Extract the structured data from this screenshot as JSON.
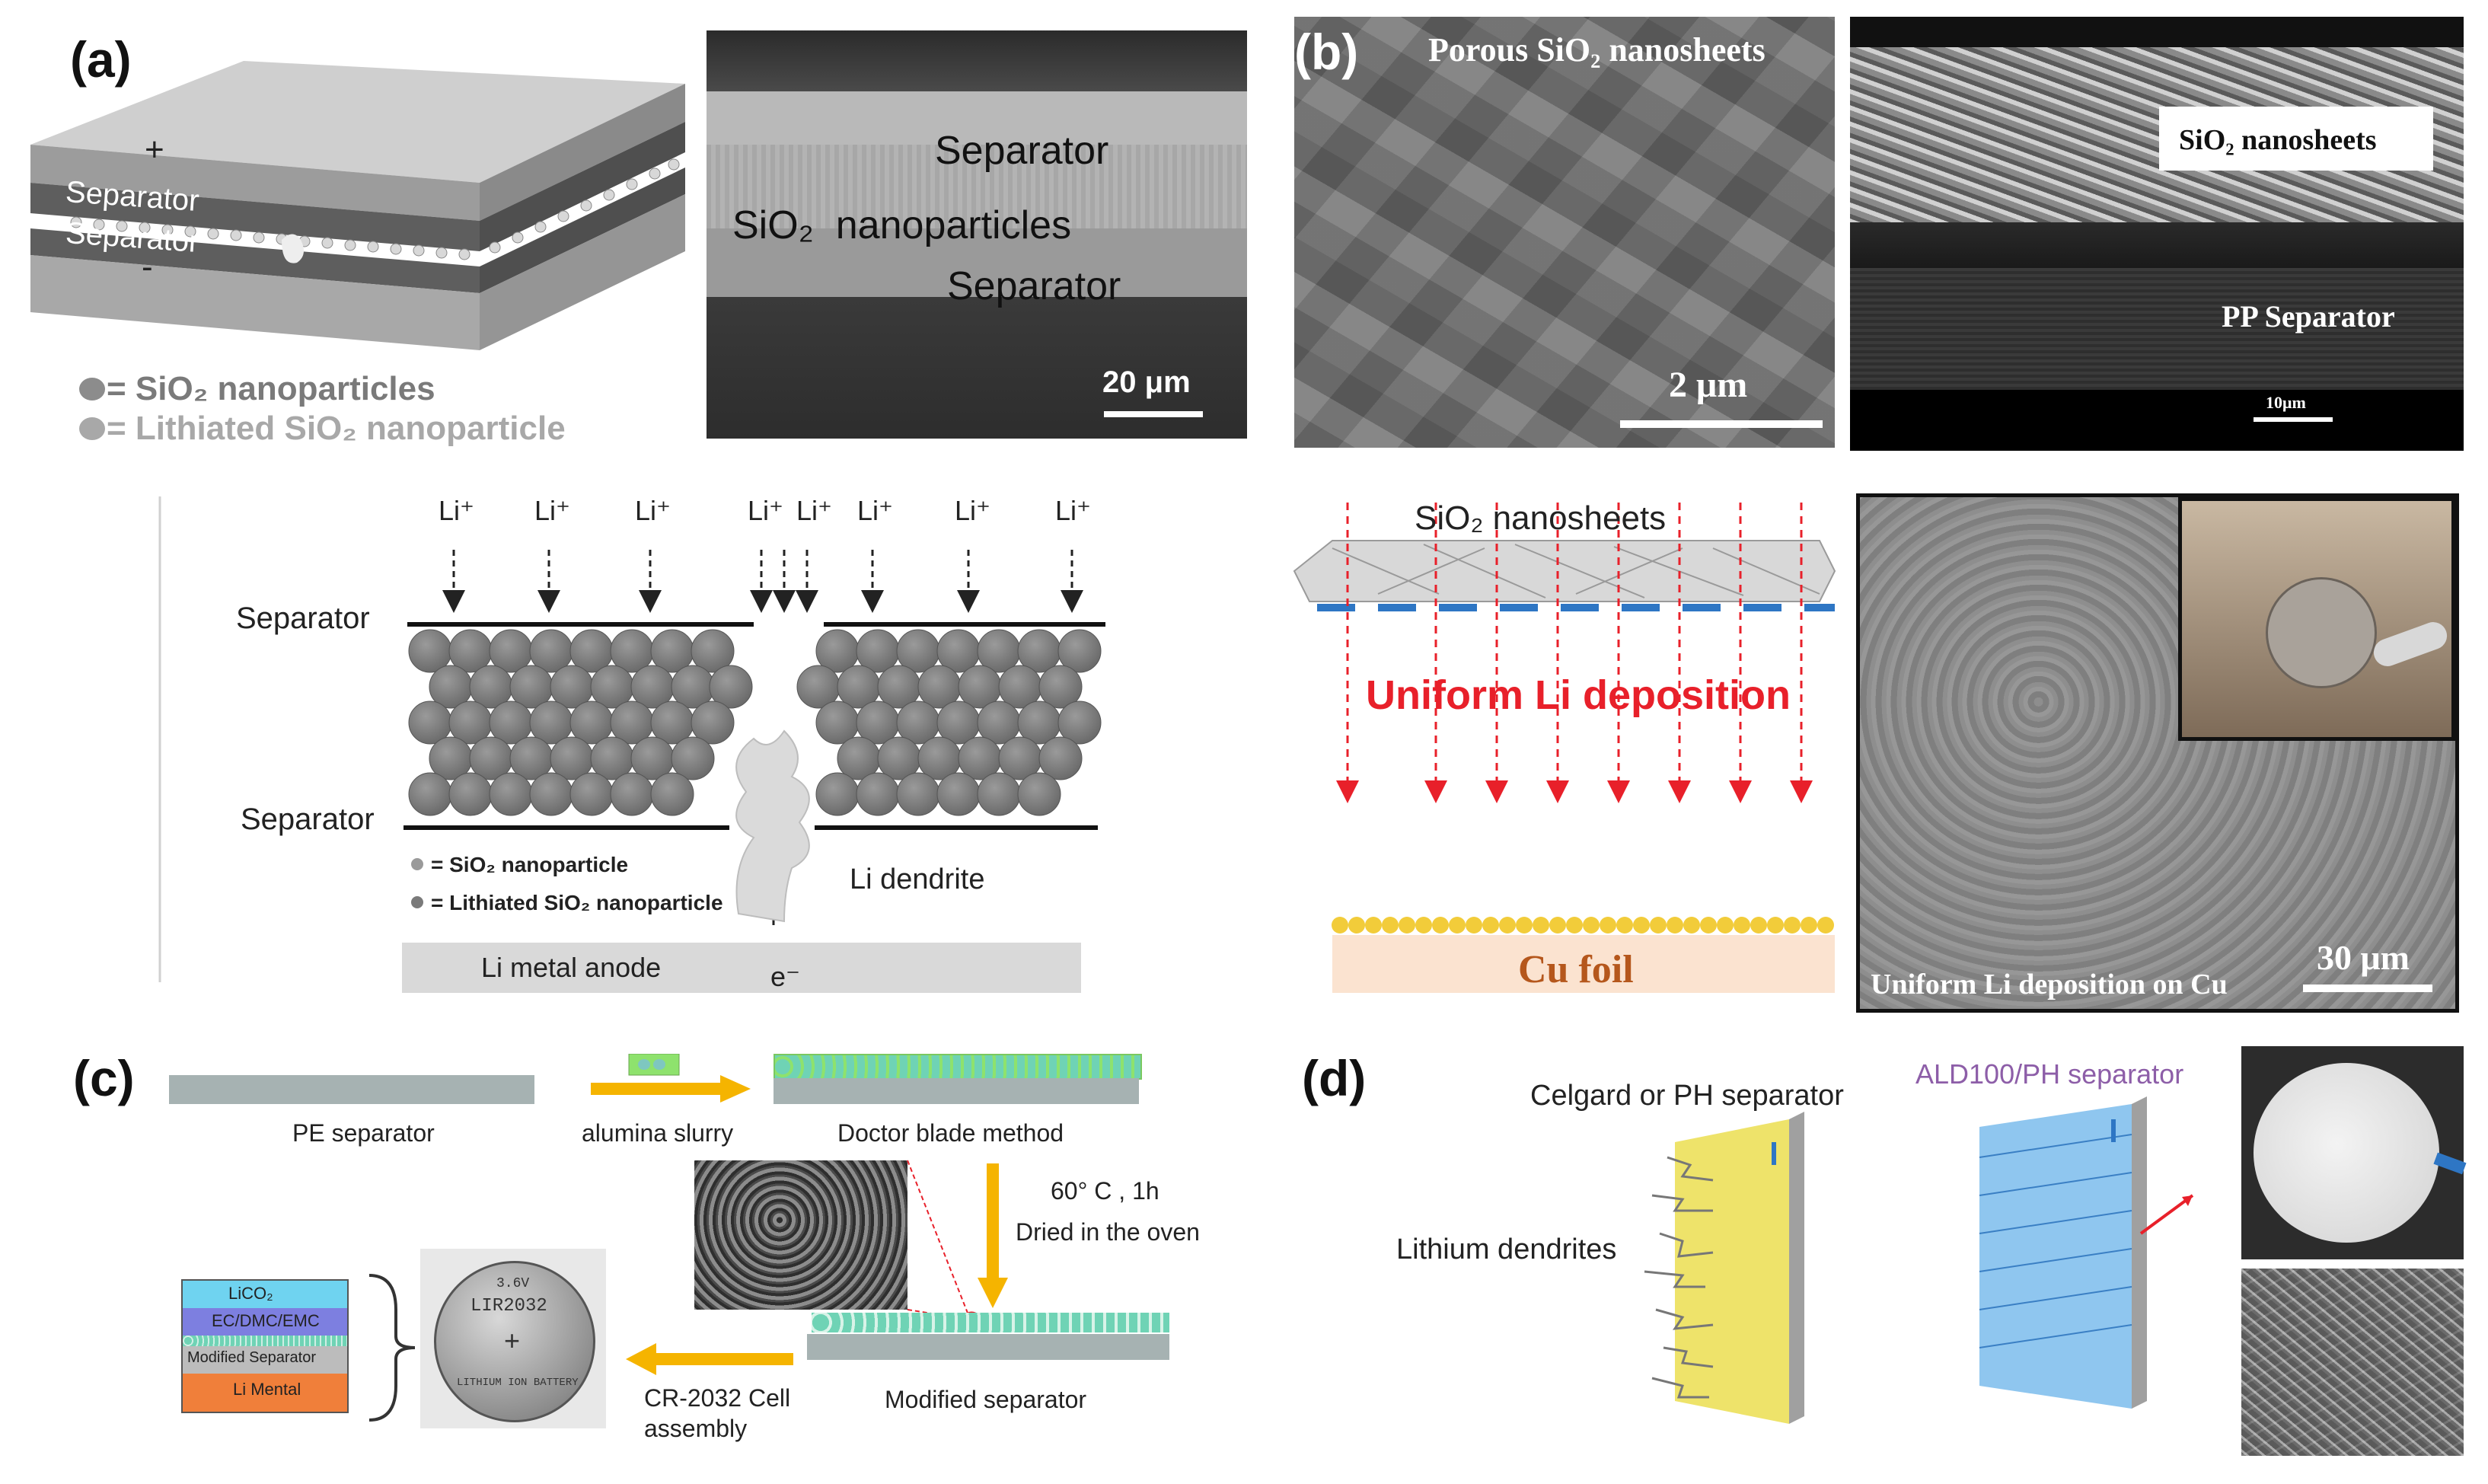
{
  "panels": {
    "a": {
      "label": "(a)",
      "cell_plus": "+",
      "cell_minus": "-",
      "cell_separator_top": "Separator",
      "cell_separator_bottom": "Separator",
      "legend_sio2": "= SiO₂ nanoparticles",
      "legend_lithiated": "= Lithiated SiO₂ nanoparticle",
      "sem_separator_top": "Separator",
      "sem_nanoparticles": "SiO₂  nanoparticles",
      "sem_separator_bottom": "Separator",
      "sem_scale": "20 μm",
      "schematic": {
        "li_ions": [
          "Li⁺",
          "Li⁺",
          "Li⁺",
          "Li⁺",
          "Li⁺",
          "Li⁺",
          "Li⁺",
          "Li⁺"
        ],
        "separator_top": "Separator",
        "separator_bottom": "Separator",
        "legend_sio2": "= SiO₂ nanoparticle",
        "legend_lithiated": "= Lithiated SiO₂ nanoparticle",
        "dendrite": "Li dendrite",
        "anode": "Li metal anode",
        "electron": "e⁻"
      }
    },
    "b": {
      "label": "(b)",
      "sem1_title": "Porous SiO₂ nanosheets",
      "sem1_scale": "2 μm",
      "sem2_label_top": "SiO₂ nanosheets",
      "sem2_label_bottom": "PP Separator",
      "sem2_scale": "10μm",
      "schematic_title": "SiO₂ nanosheets",
      "uniform": "Uniform Li deposition",
      "cu_foil": "Cu foil",
      "sem3_caption": "Uniform Li deposition on Cu",
      "sem3_scale": "30 μm"
    },
    "c": {
      "label": "(c)",
      "pe_separator": "PE separator",
      "alumina_slurry": "alumina slurry",
      "doctor_blade": "Doctor blade method",
      "dried_temp": "60° C , 1h",
      "dried_oven": "Dried in the oven",
      "modified_separator": "Modified separator",
      "cr2032_line1": "CR-2032 Cell",
      "cr2032_line2": "assembly",
      "stack": [
        "LiCO₂",
        "EC/DMC/EMC",
        "Modified Separator",
        "Li Mental"
      ],
      "coin_text_top": "3.6V",
      "coin_text_model": "LIR2032",
      "coin_text_bottom": "LITHIUM ION BATTERY"
    },
    "d": {
      "label": "(d)",
      "celgard": "Celgard or PH separator",
      "ald": "ALD100/PH separator",
      "dendrites": "Lithium dendrites"
    }
  },
  "colors": {
    "sem_gray": "#6e6e6e",
    "red_text": "#e8202a",
    "cu_text": "#b5571c",
    "arrow_orange": "#f5b400",
    "ald_purple": "#8d5ea8"
  }
}
